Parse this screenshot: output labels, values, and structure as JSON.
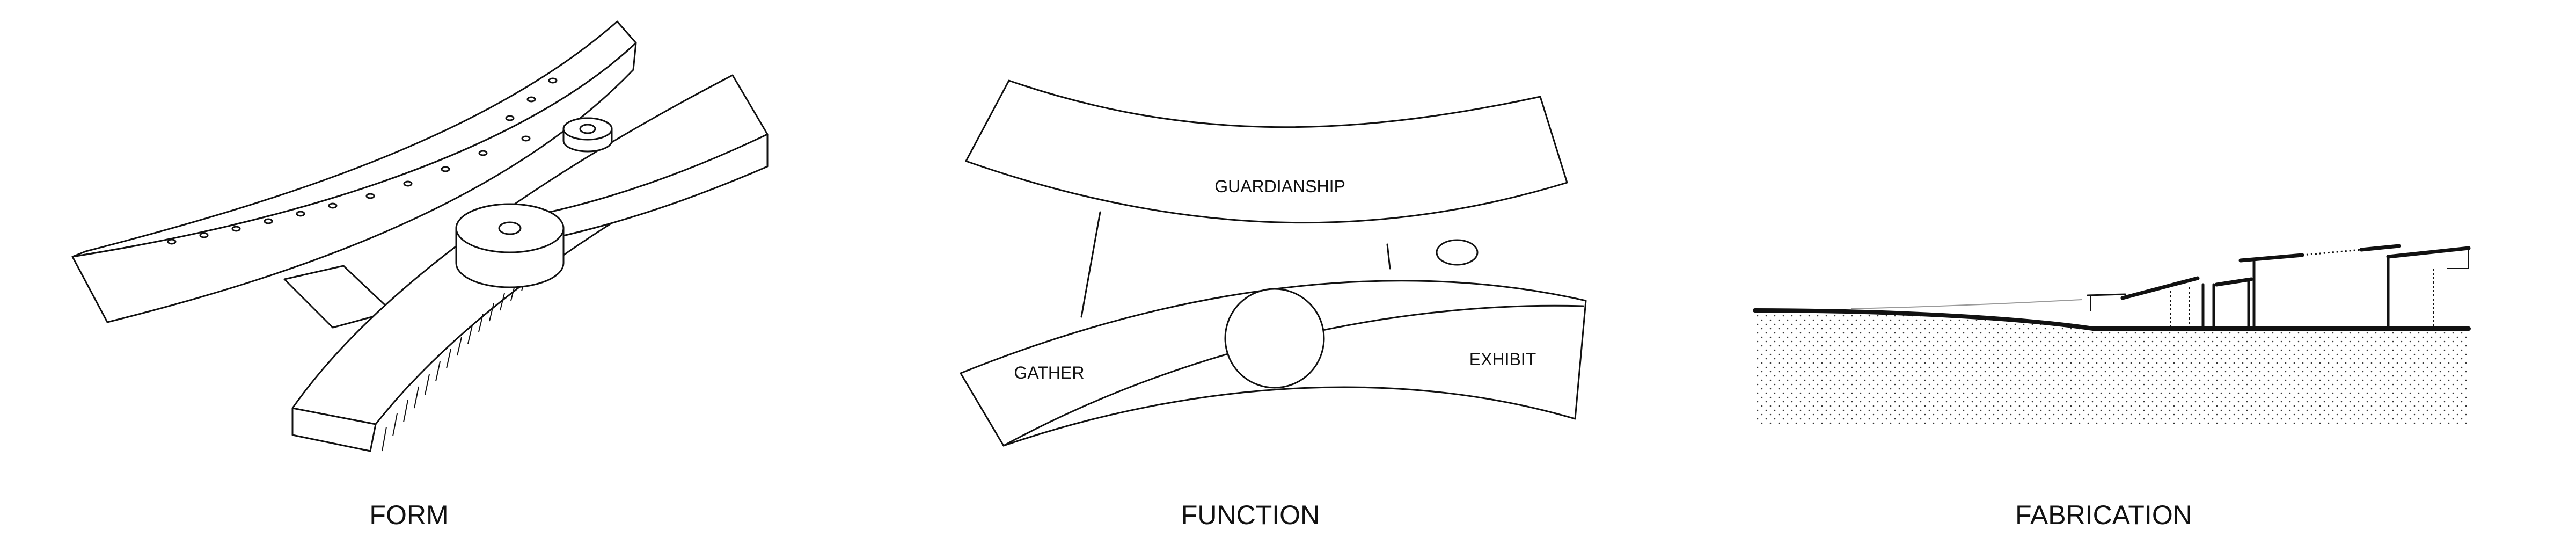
{
  "panels": {
    "form": {
      "caption": "FORM"
    },
    "function": {
      "caption": "FUNCTION",
      "zones": {
        "guardianship": "GUARDIANSHIP",
        "gather": "GATHER",
        "exhibit": "EXHIBIT"
      }
    },
    "fabrication": {
      "caption": "FABRICATION"
    }
  },
  "colors": {
    "ink": "#111111",
    "paper": "#ffffff"
  }
}
